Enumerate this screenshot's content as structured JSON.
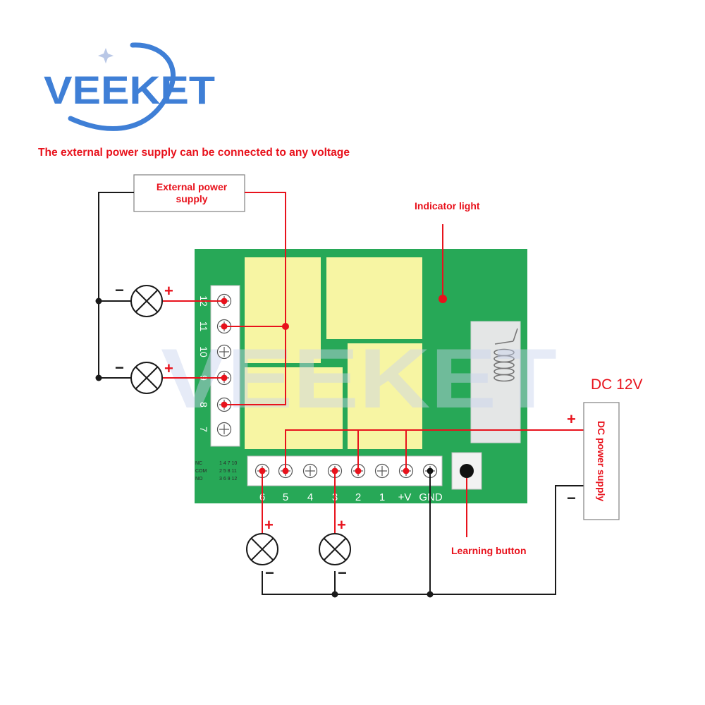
{
  "brand": {
    "logo_text": "VEEKET",
    "watermark_text": "VEEKET"
  },
  "colors": {
    "board": "#27a857",
    "relay": "#f7f5a3",
    "red": "#e8121c",
    "logo_blue": "#3f7fd6",
    "wire": "#1a1a1a"
  },
  "caption": "The external power supply can be connected to any voltage",
  "labels": {
    "external_power_supply": [
      "External power",
      "supply"
    ],
    "indicator_light": "Indicator light",
    "learning_button": "Learning button",
    "dc_voltage": "DC 12V",
    "dc_power_supply": "DC power supply"
  },
  "left_terminals": [
    "12",
    "11",
    "10",
    "9",
    "8",
    "7"
  ],
  "bottom_terminals": [
    "6",
    "5",
    "4",
    "3",
    "2",
    "1",
    "+V",
    "GND"
  ],
  "contact_legend": {
    "names": [
      "NC",
      "COM",
      "NO"
    ],
    "numbers": [
      "1 4 7 10",
      "2 5 8 11",
      "3 6 9 12"
    ]
  },
  "polarity": {
    "plus": "+",
    "minus": "−"
  },
  "icons": {
    "lamp": "lamp-icon",
    "screw_terminal": "screw-terminal-icon",
    "push_button": "push-button-icon",
    "antenna_coil": "antenna-coil-icon",
    "indicator_led": "indicator-led-icon"
  }
}
